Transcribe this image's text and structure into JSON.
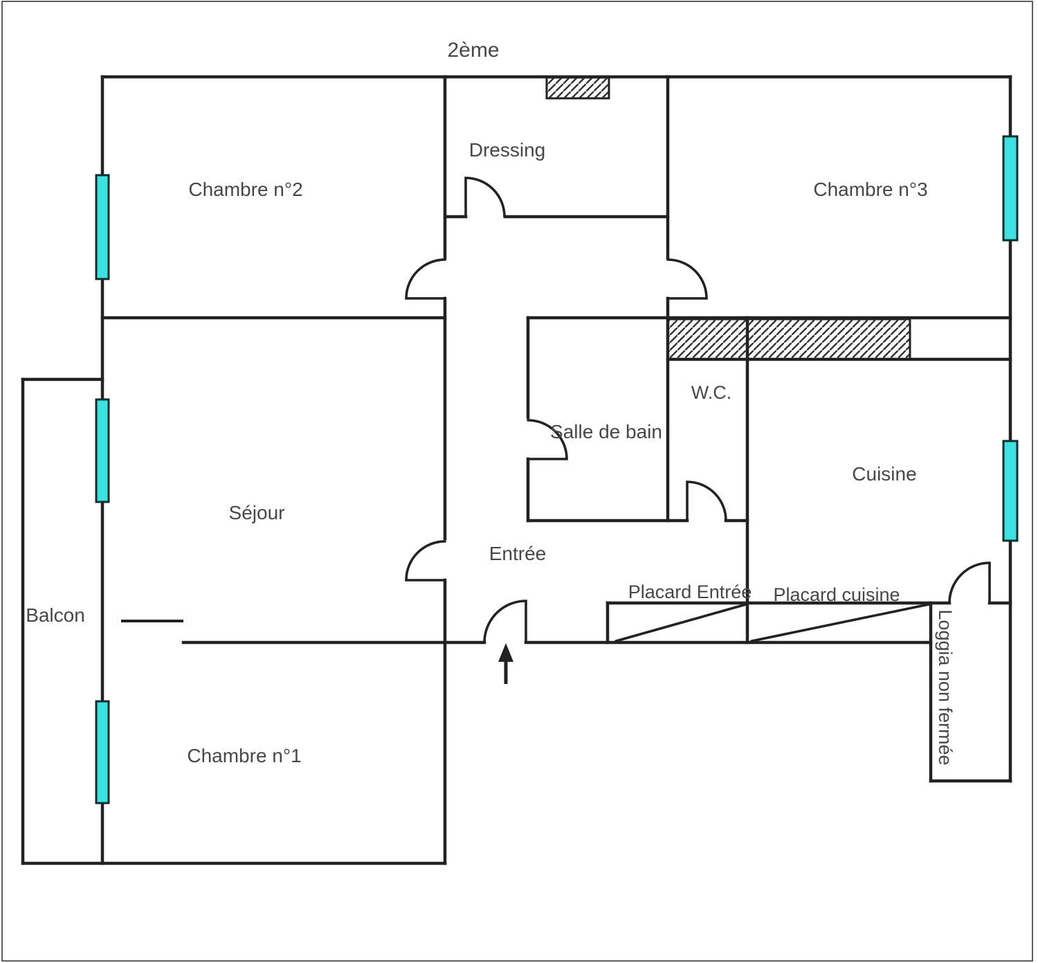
{
  "title": "2ème",
  "colors": {
    "wall": "#222222",
    "window": "#3fe0e0",
    "window_border": "#0e2e2e",
    "label": "#474747",
    "background": "#ffffff",
    "hatch": "#333333",
    "border": "#2a2a2a"
  },
  "rooms": {
    "chambre2": "Chambre n°2",
    "dressing": "Dressing",
    "chambre3": "Chambre n°3",
    "sejour": "Séjour",
    "salle_de_bain": "Salle de bain",
    "wc": "W.C.",
    "cuisine": "Cuisine",
    "entree": "Entrée",
    "balcon": "Balcon",
    "chambre1": "Chambre n°1",
    "placard_entree": "Placard Entrée",
    "placard_cuisine": "Placard cuisine",
    "loggia": "Loggia non fermée"
  }
}
